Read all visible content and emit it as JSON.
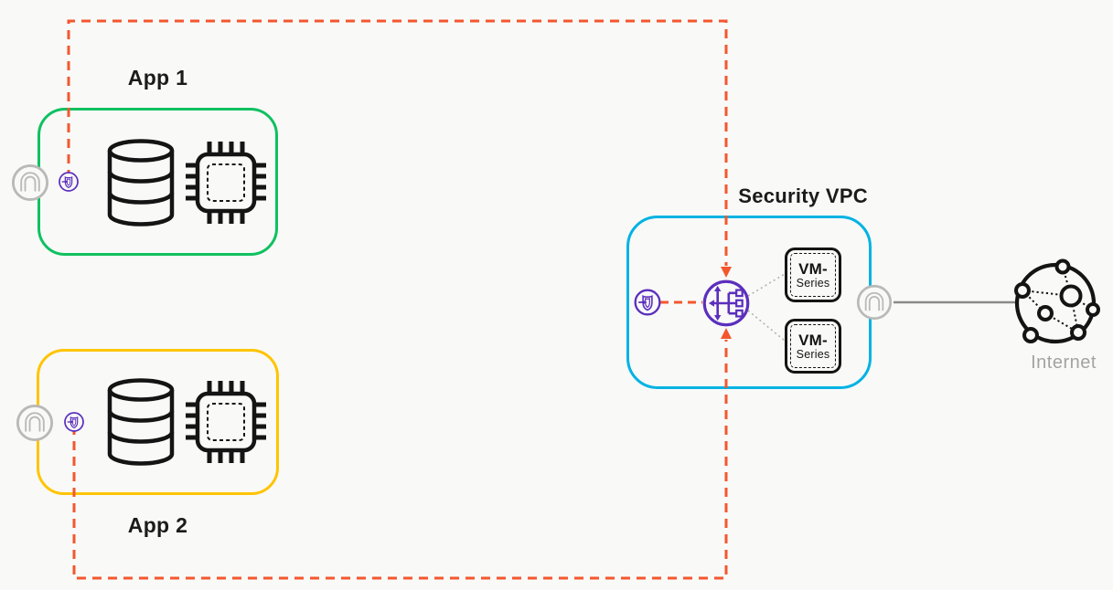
{
  "app1": {
    "title": "App 1",
    "border_color": "#0fc160"
  },
  "app2": {
    "title": "App 2",
    "border_color": "#ffc400"
  },
  "security_vpc": {
    "title": "Security VPC",
    "border_color": "#00b3e3"
  },
  "firewalls": [
    {
      "line1": "VM-",
      "line2": "Series"
    },
    {
      "line1": "VM-",
      "line2": "Series"
    }
  ],
  "internet": {
    "label": "Internet"
  },
  "icons": {
    "app1": [
      "n-gateway-icon",
      "gwlb-endpoint-icon",
      "database-icon",
      "chip-icon"
    ],
    "app2": [
      "n-gateway-icon",
      "gwlb-endpoint-icon",
      "database-icon",
      "chip-icon"
    ],
    "security_vpc": [
      "gwlb-endpoint-icon",
      "gateway-load-balancer-icon",
      "n-gateway-icon"
    ],
    "internet": [
      "internet-globe-icon"
    ]
  },
  "colors": {
    "background": "#f9f9f8",
    "dashed_traffic_line": "#f4572e",
    "purple_accent": "#5b2fbd",
    "gray_icon": "#b9b9b9",
    "black_icon": "#141414",
    "dotted_link": "#b0b0b0",
    "internet_link": "#8a8a8a",
    "label_text": "#1b1b1b",
    "internet_label_text": "#a3a3a3"
  }
}
